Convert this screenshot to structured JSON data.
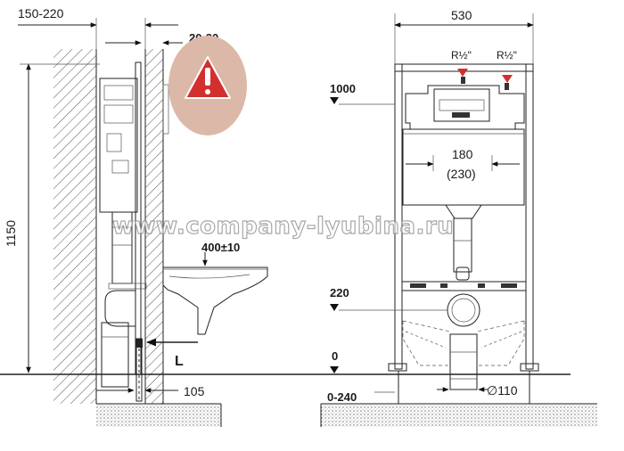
{
  "labels": {
    "wall_depth": "150-220",
    "warning_range": "20-80",
    "height_total": "1150",
    "seat_height": "400±10",
    "bottom_offset": "105",
    "distance_L": "L",
    "frame_width": "530",
    "inlet_left": "R½\"",
    "inlet_right": "R½\"",
    "level_top": "1000",
    "stud_spacing": "180",
    "stud_spacing_alt": "(230)",
    "level_drain": "220",
    "level_floor": "0",
    "leg_adjust": "0-240",
    "pipe_diameter": "∅110"
  },
  "watermark": "www.company-lyubina.ru",
  "colors": {
    "warning_circle": "#dcb8a8",
    "warning_triangle": "#d32f2f",
    "inlet_marker": "#d32f2f",
    "line": "#222222"
  },
  "icons": {
    "warning": "warning-triangle-icon",
    "inlet": "inlet-arrow-icon"
  }
}
